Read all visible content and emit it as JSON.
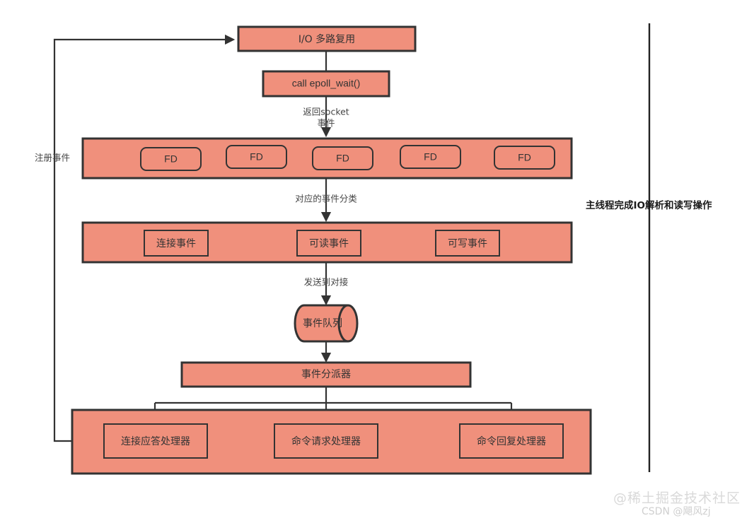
{
  "diagram": {
    "title": "Redis IO multiplexing event flow",
    "colors": {
      "node_fill": "#F0907C",
      "node_stroke": "#333333",
      "text": "#333333",
      "edge": "#333333",
      "watermark": "#d9d9d9",
      "background": "#ffffff"
    },
    "nodes": {
      "io_multiplex": "I/O 多路复用",
      "call_epoll_wait": "call epoll_wait()",
      "dispatcher": "事件分派器",
      "event_queue": "事件队列"
    },
    "fd_list": {
      "label": "FD",
      "items": [
        "FD",
        "FD",
        "FD",
        "FD",
        "FD"
      ]
    },
    "event_types": [
      "连接事件",
      "可读事件",
      "可写事件"
    ],
    "handlers": [
      "连接应答处理器",
      "命令请求处理器",
      "命令回复处理器"
    ],
    "edge_labels": {
      "return_socket_line1": "返回socket",
      "return_socket_line2": "事件",
      "classify": "对应的事件分类",
      "send_to": "发送到对接",
      "register_event": "注册事件"
    },
    "side_note": "主线程完成IO解析和读写操作",
    "watermark": {
      "primary": "@稀土掘金技术社区",
      "secondary": "CSDN @飓风zj"
    }
  }
}
